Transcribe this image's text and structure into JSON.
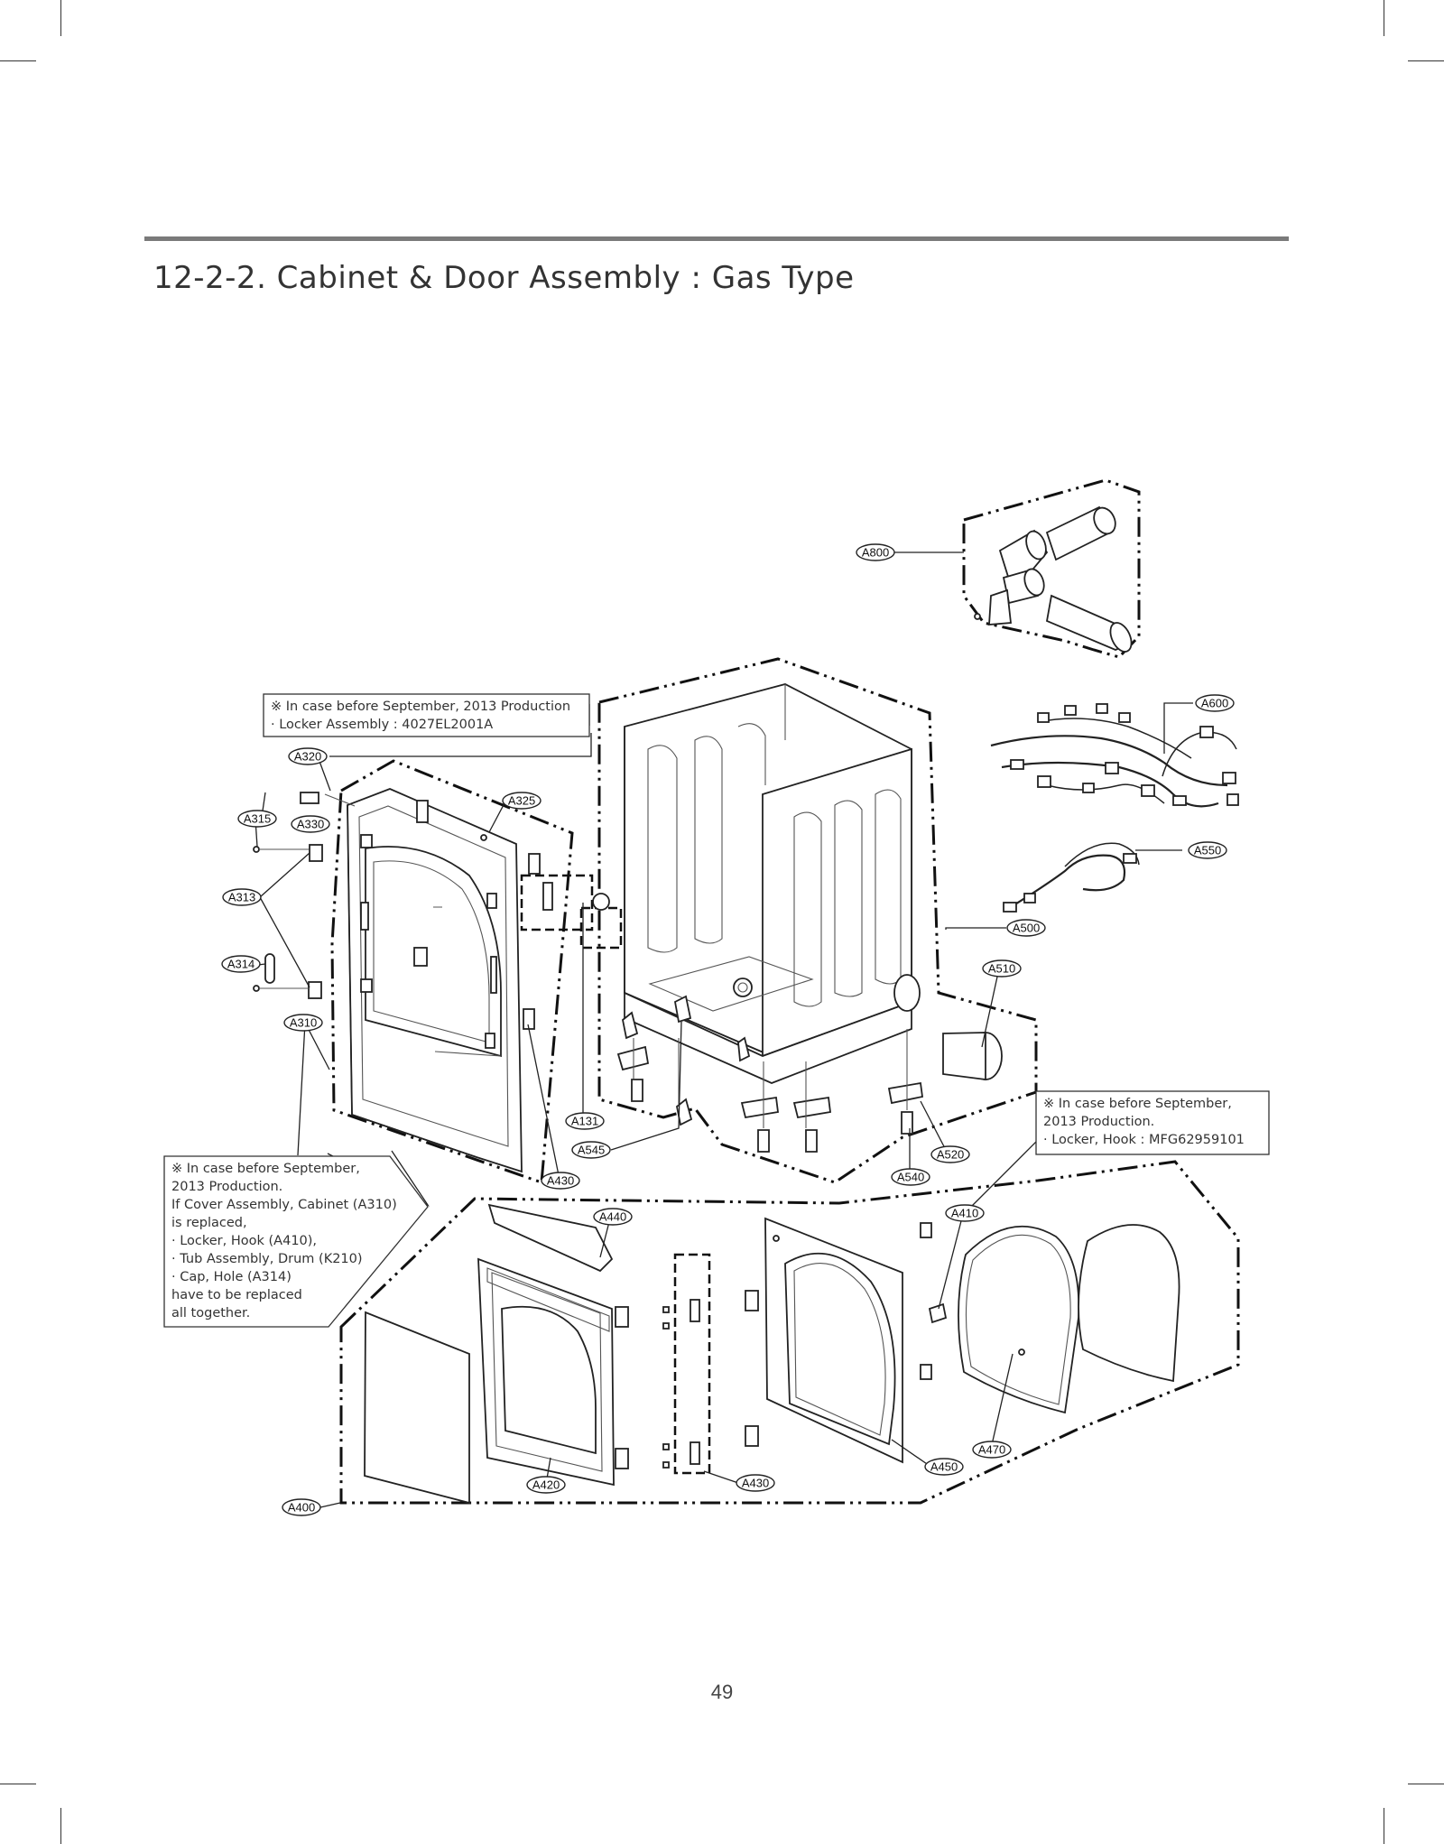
{
  "page": {
    "title": "12-2-2. Cabinet & Door Assembly : Gas Type",
    "number": "49"
  },
  "labels": [
    {
      "id": "A800",
      "text": "A800"
    },
    {
      "id": "A600",
      "text": "A600"
    },
    {
      "id": "A550",
      "text": "A550"
    },
    {
      "id": "A500",
      "text": "A500"
    },
    {
      "id": "A510",
      "text": "A510"
    },
    {
      "id": "A320",
      "text": "A320"
    },
    {
      "id": "A325",
      "text": "A325"
    },
    {
      "id": "A315",
      "text": "A315"
    },
    {
      "id": "A330",
      "text": "A330"
    },
    {
      "id": "A313",
      "text": "A313"
    },
    {
      "id": "A314",
      "text": "A314"
    },
    {
      "id": "A310",
      "text": "A310"
    },
    {
      "id": "A131",
      "text": "A131"
    },
    {
      "id": "A545",
      "text": "A545"
    },
    {
      "id": "A430-top",
      "text": "A430"
    },
    {
      "id": "A520",
      "text": "A520"
    },
    {
      "id": "A540",
      "text": "A540"
    },
    {
      "id": "A410",
      "text": "A410"
    },
    {
      "id": "A440",
      "text": "A440"
    },
    {
      "id": "A470",
      "text": "A470"
    },
    {
      "id": "A450",
      "text": "A450"
    },
    {
      "id": "A420",
      "text": "A420"
    },
    {
      "id": "A430-bottom",
      "text": "A430"
    },
    {
      "id": "A400",
      "text": "A400"
    }
  ],
  "notes": [
    {
      "id": "locker-assembly-note",
      "lines": [
        "※ In case before September, 2013 Production",
        "· Locker Assembly : 4027EL2001A"
      ]
    },
    {
      "id": "cabinet-cover-note",
      "lines": [
        "※ In case before September,",
        "2013 Production.",
        "If Cover Assembly, Cabinet (A310)",
        "is replaced,",
        "· Locker, Hook (A410),",
        "· Tub Assembly, Drum (K210)",
        "· Cap, Hole (A314)",
        "have to be replaced",
        "all together."
      ]
    },
    {
      "id": "locker-hook-note",
      "lines": [
        "※ In case before September,",
        "2013 Production.",
        "· Locker, Hook : MFG62959101"
      ]
    }
  ]
}
